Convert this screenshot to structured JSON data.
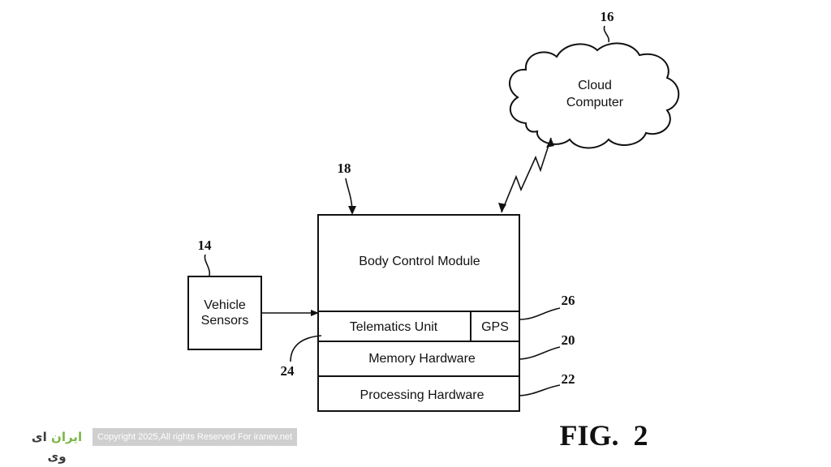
{
  "figure_label": "FIG.  2",
  "cloud": {
    "line1": "Cloud",
    "line2": "Computer",
    "ref": "16"
  },
  "body_control_module": {
    "title": "Body Control Module",
    "ref": "18",
    "telematics_unit": "Telematics Unit",
    "gps": "GPS",
    "memory_hardware": "Memory Hardware",
    "processing_hardware": "Processing Hardware"
  },
  "vehicle_sensors": {
    "line1": "Vehicle",
    "line2": "Sensors",
    "ref": "14"
  },
  "ref_labels": {
    "gps": "26",
    "memory": "20",
    "processing": "22",
    "telematics": "24"
  },
  "watermark": {
    "copyright": "Copyright 2025,All rights Reserved For iranev.net",
    "brand_main": "ایران",
    "brand_accent": "ای وی"
  }
}
